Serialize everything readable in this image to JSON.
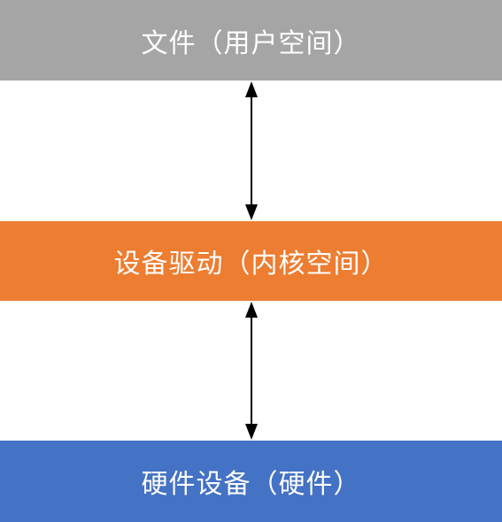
{
  "diagram": {
    "layers": [
      {
        "label": "文件（用户空间）",
        "color": "#a5a5a5"
      },
      {
        "label": "设备驱动（内核空间）",
        "color": "#ed7d31"
      },
      {
        "label": "硬件设备（硬件）",
        "color": "#4472c4"
      }
    ],
    "connector_color": "#000000"
  }
}
